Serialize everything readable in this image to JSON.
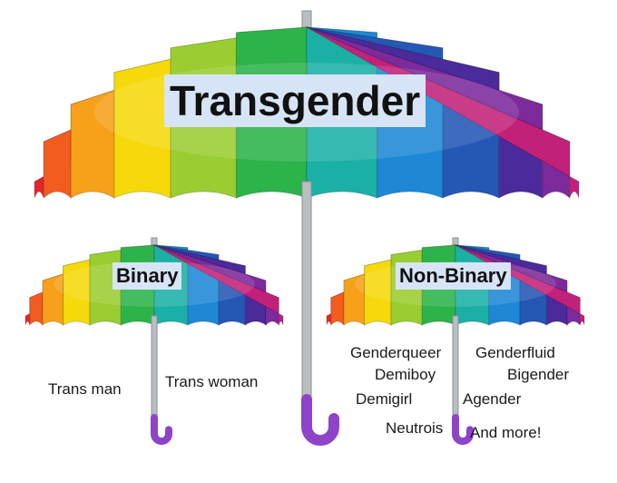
{
  "diagram": {
    "main_title": "Transgender",
    "categories": [
      {
        "title": "Binary",
        "identities": [
          "Trans man",
          "Trans woman"
        ]
      },
      {
        "title": "Non-Binary",
        "identities": [
          "Genderqueer",
          "Genderfluid",
          "Demiboy",
          "Bigender",
          "Demigirl",
          "Agender",
          "Neutrois",
          "And more!"
        ]
      }
    ]
  },
  "colors": {
    "rainbow": [
      "#e3262b",
      "#f25c1f",
      "#f7a11a",
      "#f5d90a",
      "#9acd32",
      "#2cb34a",
      "#1bb0a6",
      "#1e88d6",
      "#2557b5",
      "#4b2a9c",
      "#7d2a9c",
      "#c2217a"
    ],
    "shaft": "#b9bec4",
    "handle": "#8e44c9",
    "title_bg": "#d6e4f5"
  }
}
